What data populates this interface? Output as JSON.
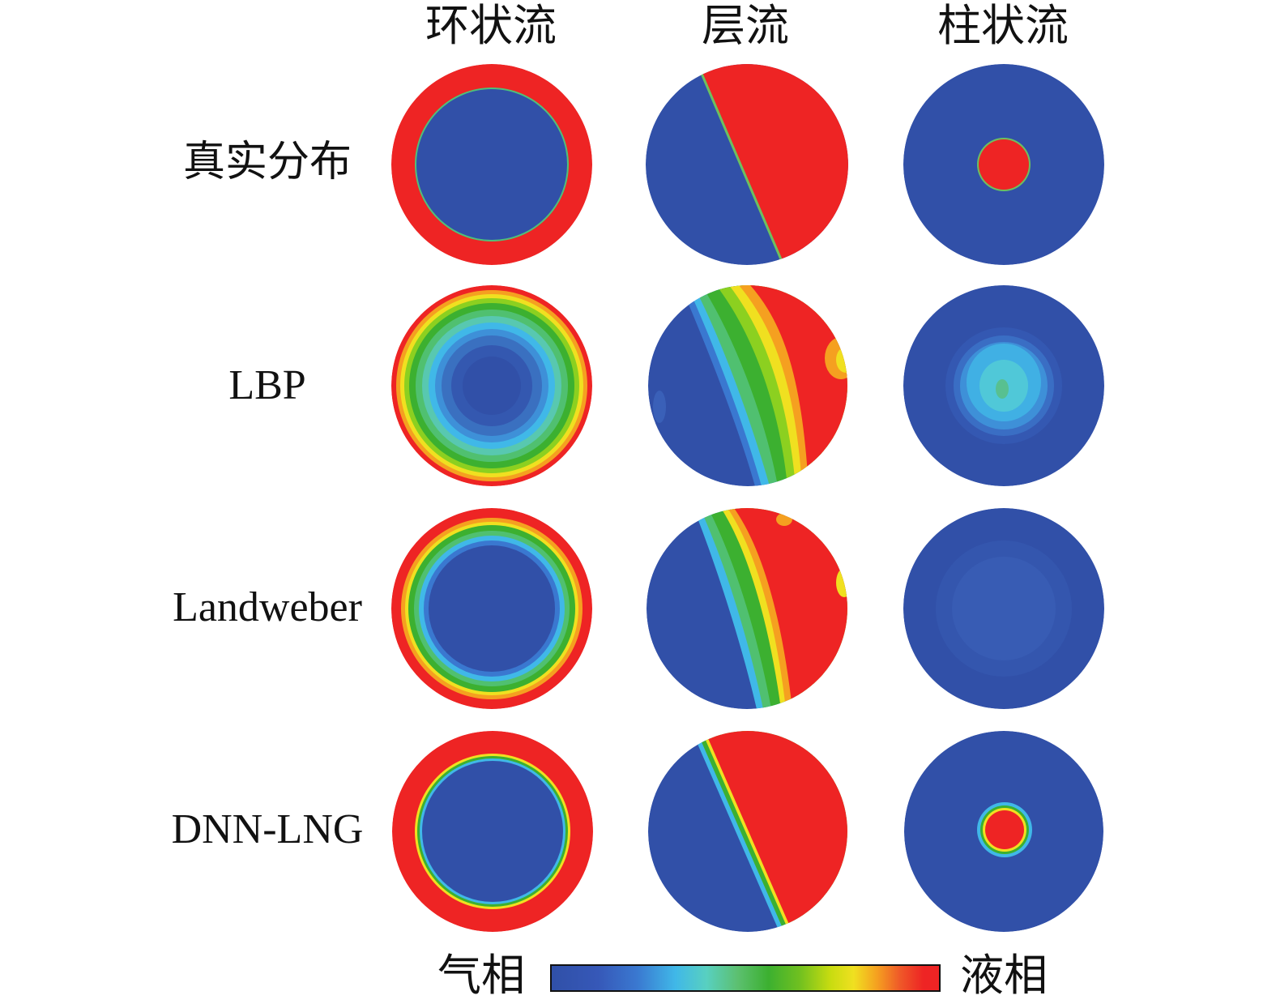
{
  "columns": [
    "环状流",
    "层流",
    "柱状流"
  ],
  "rows": [
    "真实分布",
    "LBP",
    "Landweber",
    "DNN-LNG"
  ],
  "legend": {
    "left_label": "气相",
    "right_label": "液相",
    "colors": [
      "#3050a8",
      "#40b8e8",
      "#3cb030",
      "#f0e020",
      "#ee2424"
    ]
  },
  "palette": {
    "gas_blue": "#3150a8",
    "liquid_red": "#ee2424",
    "cyan": "#40b8e8",
    "green": "#3cb030",
    "yellow": "#f0e020",
    "orange": "#f5a020"
  }
}
